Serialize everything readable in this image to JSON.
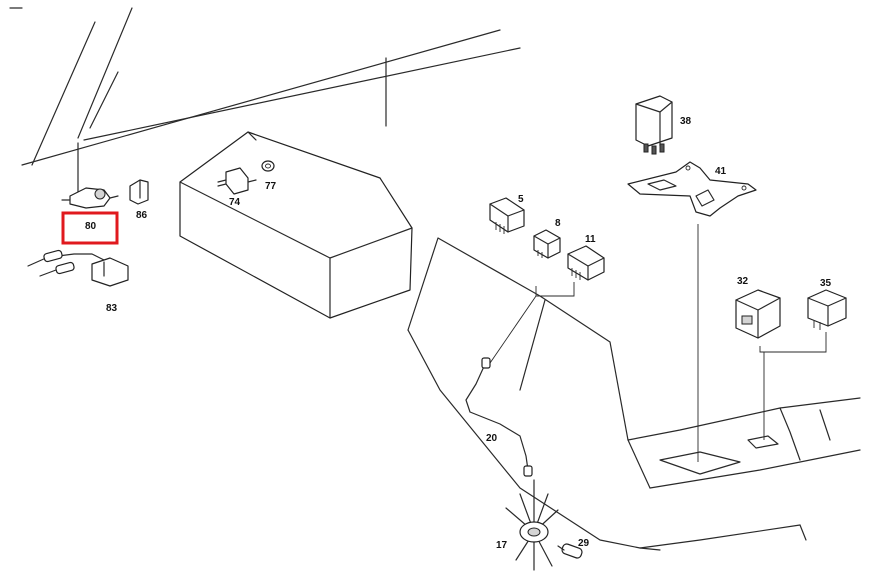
{
  "highlight_color": "#e0191e",
  "callouts": {
    "c5": "5",
    "c8": "8",
    "c11": "11",
    "c17": "17",
    "c20": "20",
    "c29": "29",
    "c32": "32",
    "c35": "35",
    "c38": "38",
    "c41": "41",
    "c74": "74",
    "c77": "77",
    "c80": "80",
    "c83": "83",
    "c86": "86"
  },
  "highlighted_part": "80"
}
